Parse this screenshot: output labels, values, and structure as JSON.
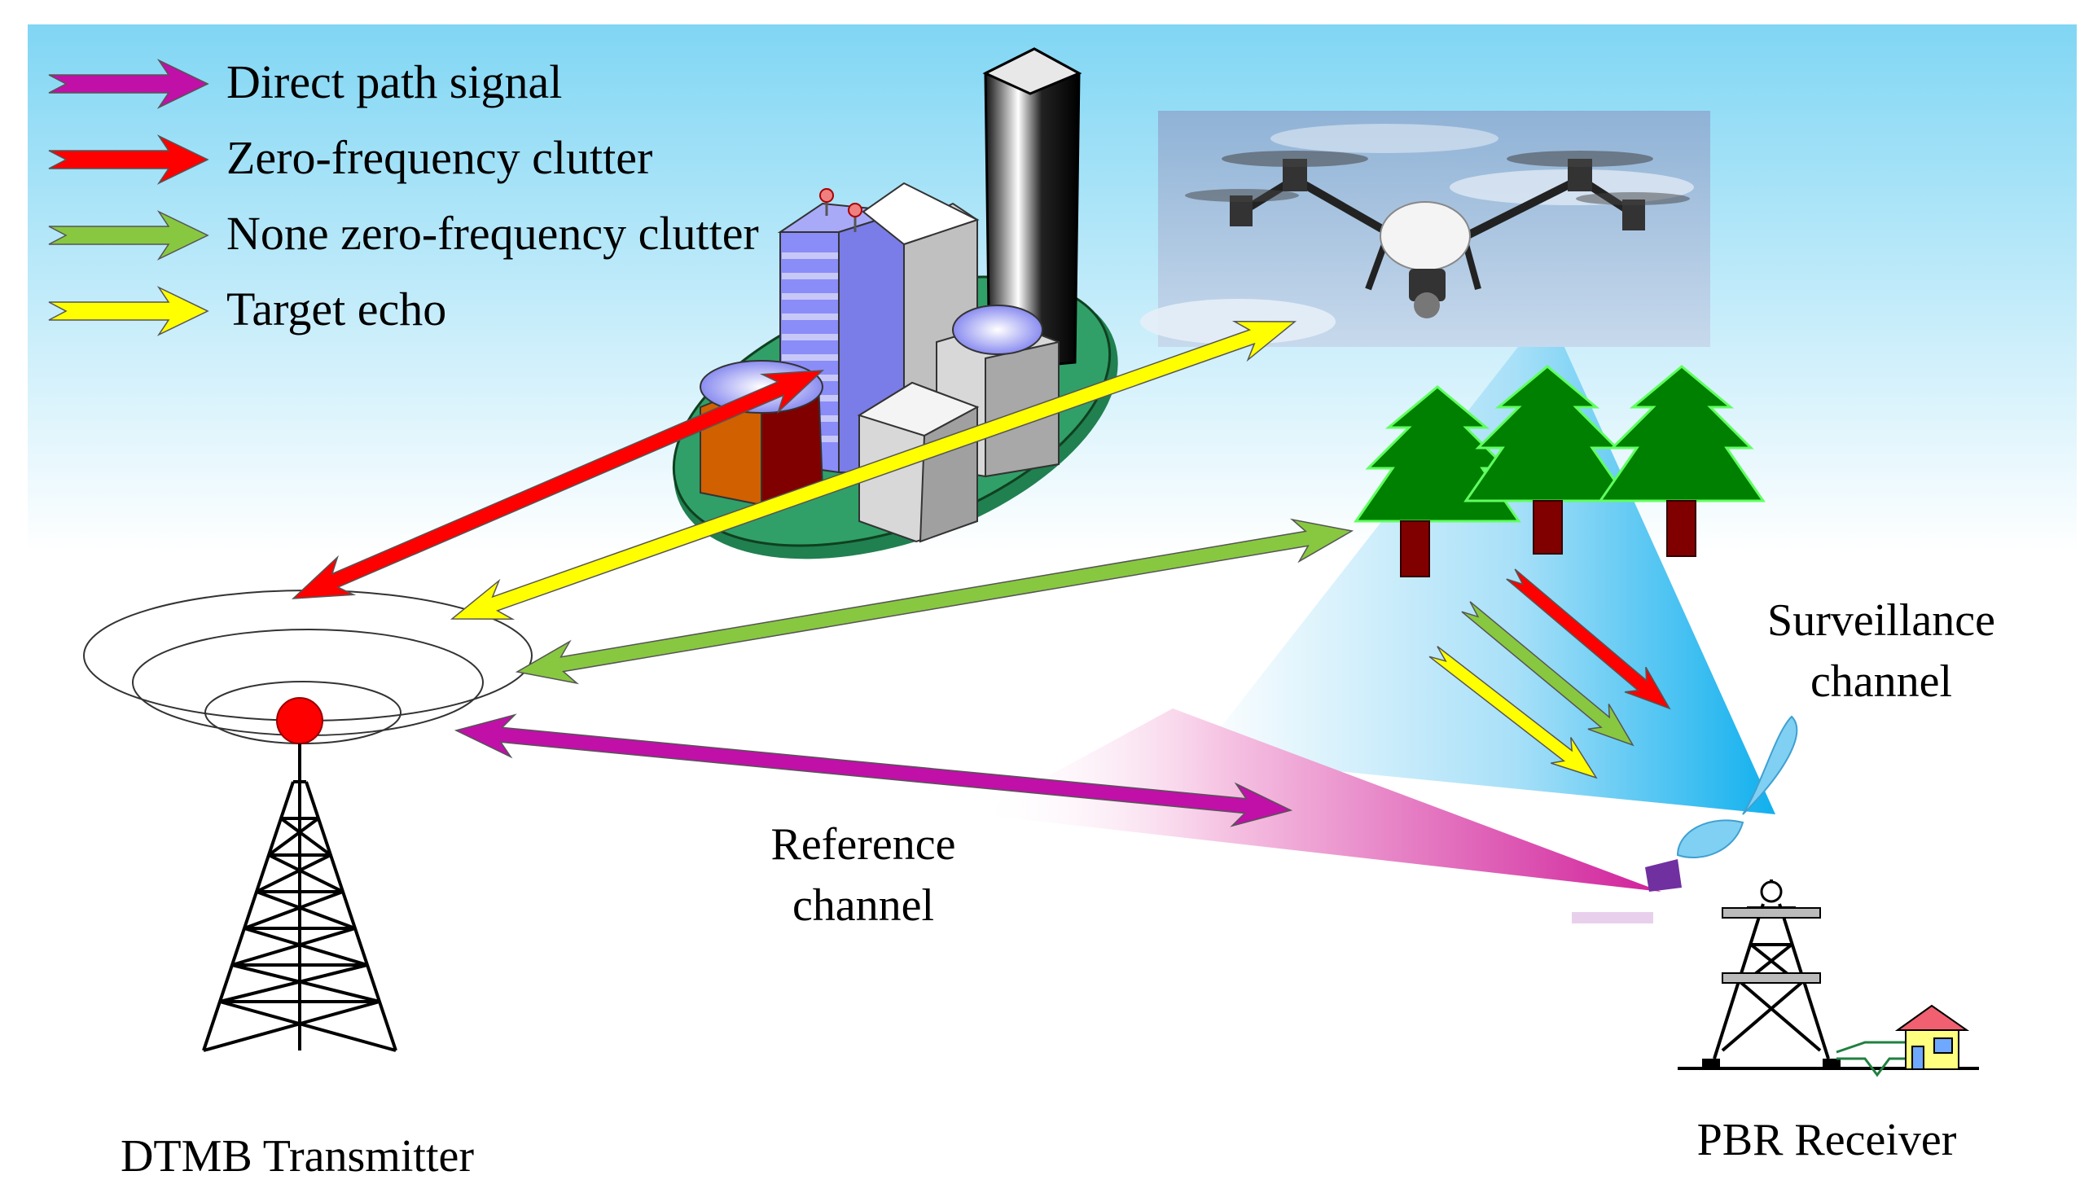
{
  "legend": {
    "items": [
      {
        "label": "Direct path signal",
        "color": "#c010a8"
      },
      {
        "label": "Zero-frequency clutter",
        "color": "#ff0000"
      },
      {
        "label": "None zero-frequency clutter",
        "color": "#88c840"
      },
      {
        "label": "Target echo",
        "color": "#ffff00"
      }
    ]
  },
  "labels": {
    "transmitter": "DTMB Transmitter",
    "receiver": "PBR Receiver",
    "reference_line1": "Reference",
    "reference_line2": "channel",
    "surveillance_line1": "Surveillance",
    "surveillance_line2": "channel"
  },
  "icons": {
    "drone": "drone-icon",
    "city": "city-buildings-icon",
    "trees": "tree-icon",
    "transmitter": "broadcast-tower-icon",
    "receiver": "receiver-tower-icon",
    "house": "house-icon"
  },
  "colors": {
    "sky": "#80d6f4",
    "tree_green": "#008000",
    "trunk": "#800000",
    "beam_cyan": "#10b0ee",
    "beam_magenta": "#d0209a"
  }
}
